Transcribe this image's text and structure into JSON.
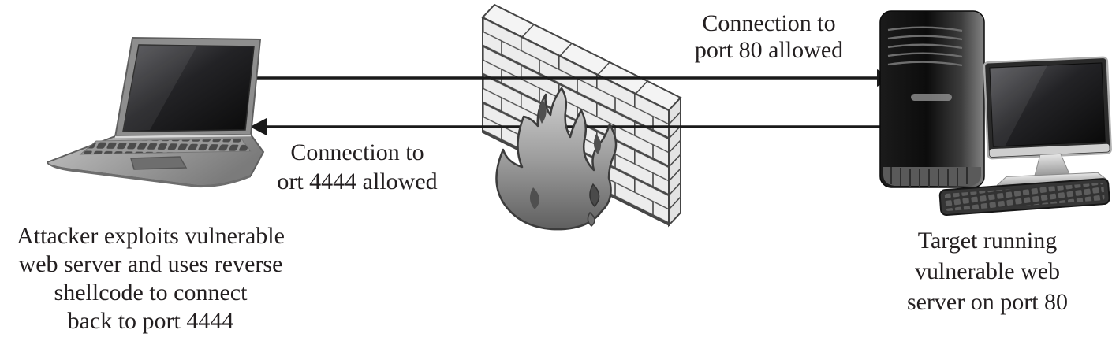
{
  "diagram": {
    "type": "network-security-flow",
    "labels": {
      "top_arrow": {
        "lines": [
          "Connection to",
          "port 80 allowed"
        ]
      },
      "bottom_arrow": {
        "lines": [
          "Connection to",
          "ort 4444 allowed"
        ]
      },
      "attacker": {
        "lines": [
          "Attacker exploits vulnerable",
          "web server and uses reverse",
          "shellcode to connect",
          "back to port 4444"
        ]
      },
      "target": {
        "lines": [
          "Target running",
          "vulnerable web",
          "server on port 80"
        ]
      }
    },
    "nodes": [
      {
        "id": "attacker",
        "icon": "laptop-icon",
        "role": "Attacker"
      },
      {
        "id": "firewall",
        "icon": "firewall-brick-wall-flames-icon",
        "role": "Firewall"
      },
      {
        "id": "target",
        "icon": "desktop-computer-icon",
        "role": "Target"
      }
    ],
    "edges": [
      {
        "from": "attacker",
        "to": "target",
        "direction": "right",
        "label": "Connection to port 80 allowed"
      },
      {
        "from": "target",
        "to": "attacker",
        "direction": "left",
        "label": "Connection to ort 4444 allowed"
      }
    ],
    "colors": {
      "background": "#ffffff",
      "text": "#231f20",
      "arrow": "#1a1a1a",
      "brick_fill": "#ececec",
      "brick_mortar": "#4a4a4a",
      "flame_light": "#d0d0d0",
      "flame_dark": "#5f5f5f",
      "device_dark": "#111111",
      "device_silver": "#c9c9c9"
    }
  }
}
